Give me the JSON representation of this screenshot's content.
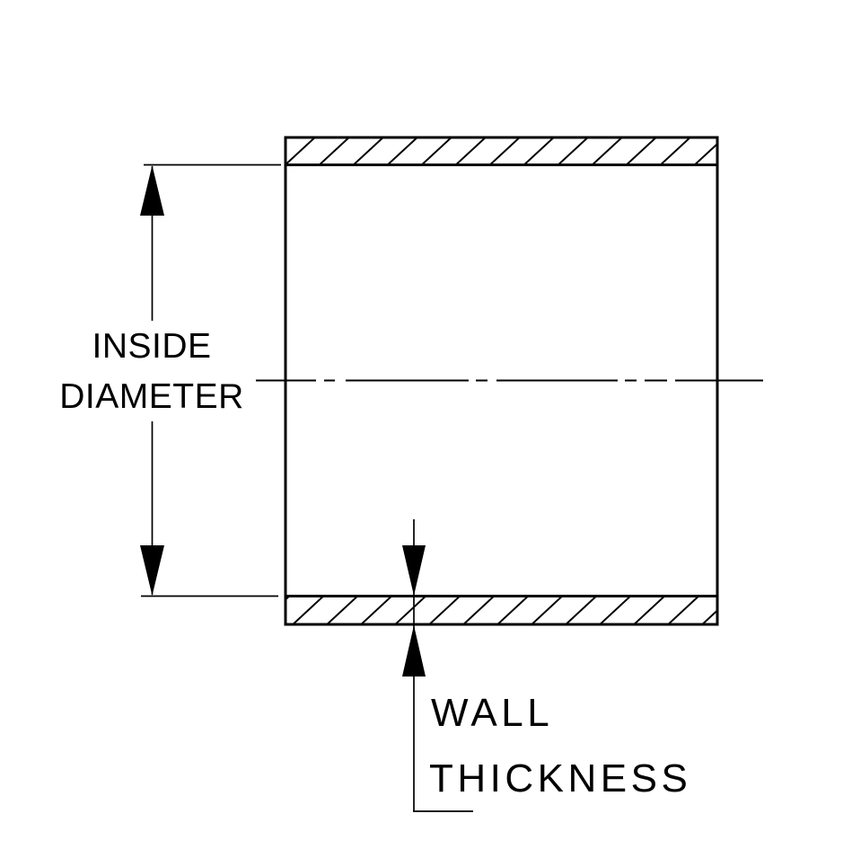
{
  "diagram": {
    "type": "technical-cross-section",
    "labels": {
      "inside_diameter_line1": "INSIDE",
      "inside_diameter_line2": "DIAMETER",
      "wall_thickness_line1": "WALL",
      "wall_thickness_line2": "THICKNESS"
    },
    "colors": {
      "line": "#000000",
      "background": "#ffffff"
    }
  }
}
